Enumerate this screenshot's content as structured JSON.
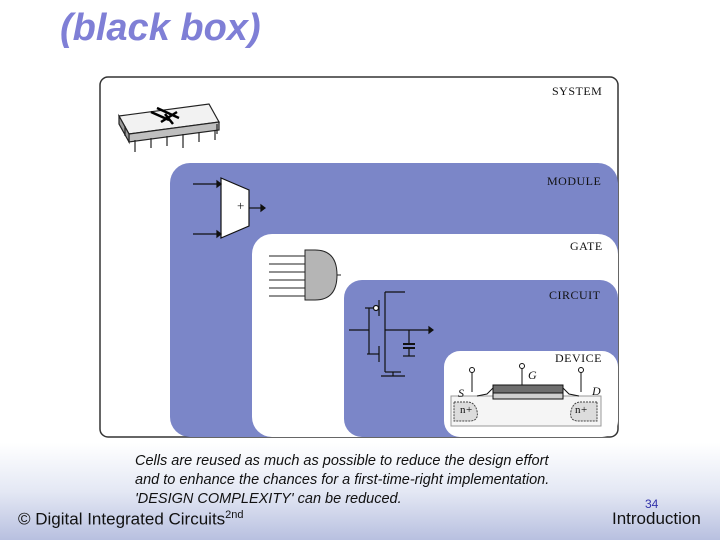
{
  "slide": {
    "title_fragment": "g",
    "title": "(black box)"
  },
  "diagram": {
    "levels": {
      "system": "SYSTEM",
      "module": "MODULE",
      "gate": "GATE",
      "circuit": "CIRCUIT",
      "device": "DEVICE"
    },
    "device_labels": {
      "source": "S",
      "gate": "G",
      "drain": "D",
      "n_left": "n+",
      "n_right": "n+"
    },
    "module_sign": "+",
    "colors": {
      "panel_blue": "#7b86c8",
      "title_purple": "#7f7fd6"
    }
  },
  "caption": {
    "line1": "Cells are reused as much as possible to reduce the design effort",
    "line2": "and to enhance the chances for a first-time-right implementation.",
    "line3": "'DESIGN COMPLEXITY' can be reduced."
  },
  "footer": {
    "copyright": "© Digital Integrated Circuits",
    "edition": "2nd",
    "page_number": "34",
    "section": "Introduction"
  }
}
